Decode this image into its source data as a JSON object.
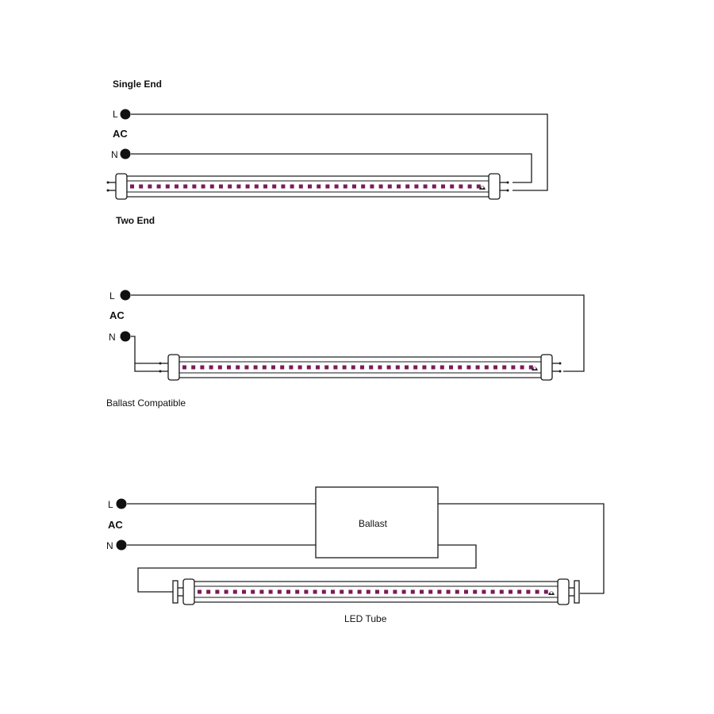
{
  "diagrams": [
    {
      "title": "Single End",
      "line_label": "L",
      "ac_label": "AC",
      "neutral_label": "N"
    },
    {
      "title": "Two End",
      "line_label": "L",
      "ac_label": "AC",
      "neutral_label": "N"
    },
    {
      "title": "Ballast Compatible",
      "line_label": "L",
      "ac_label": "AC",
      "neutral_label": "N",
      "ballast_label": "Ballast",
      "tube_label": "LED Tube"
    }
  ],
  "colors": {
    "stroke": "#1a1a1a",
    "led": "#7a1a5a",
    "terminal_dot": "#111111"
  },
  "icons": {
    "tube_logo": "brand-logo-icon"
  }
}
